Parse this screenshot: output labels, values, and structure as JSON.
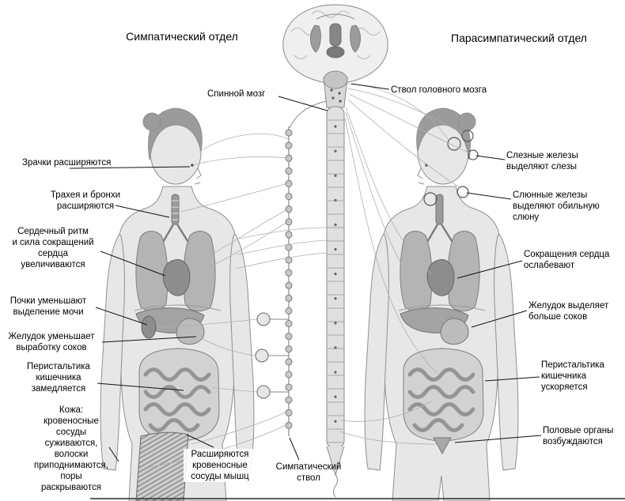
{
  "colors": {
    "background": "#ffffff",
    "text": "#000000",
    "figure_fill": "#e7e7e7",
    "organ_gray": "#a3a3a3",
    "leader_line": "#111111"
  },
  "titles": {
    "left": "Симпатический отдел",
    "right": "Парасимпатический отдел"
  },
  "center_labels": {
    "spinal_cord": "Спинной мозг",
    "brain_stem": "Ствол головного мозга",
    "sympathetic_trunk": "Симпатический\nствол"
  },
  "left_labels": [
    {
      "text": "Зрачки расширяются"
    },
    {
      "text": "Трахея и бронхи\nрасширяются"
    },
    {
      "text": "Сердечный ритм\nи сила сокращений\nсердца\nувеличиваются"
    },
    {
      "text": "Почки уменьшают\nвыделение мочи"
    },
    {
      "text": "Желудок уменьшает\nвыработку соков"
    },
    {
      "text": "Перистальтика\nкишечника\nзамедляется"
    },
    {
      "text": "Кожа:\nкровеносные\nсосуды\nсуживаются,\nволоски\nприподнимаются,\nпоры\nраскрываются"
    },
    {
      "text": "Расширяются\nкровеносные\nсосуды мышц"
    }
  ],
  "right_labels": [
    {
      "text": "Слезные железы\nвыделяют слезы"
    },
    {
      "text": "Слюнные железы\nвыделяют обильную\nслюну"
    },
    {
      "text": "Сокращения сердца\nослабевают"
    },
    {
      "text": "Желудок выделяет\nбольше соков"
    },
    {
      "text": "Перистальтика\nкишечника\nускоряется"
    },
    {
      "text": "Половые органы\nвозбуждаются"
    }
  ]
}
